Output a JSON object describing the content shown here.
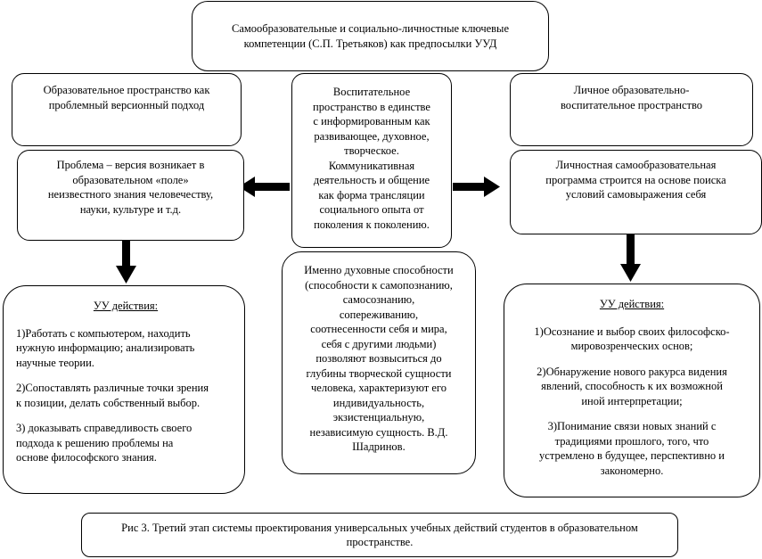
{
  "title_box": {
    "text": "Самообразовательные и социально-личностные ключевые\nкомпетенции (С.П. Третьяков) как предпосылки УУД"
  },
  "left_top": {
    "text": "Образовательное пространство как\nпроблемный версионный подход"
  },
  "left_mid": {
    "text": "Проблема – версия возникает в\nобразовательном «поле»\nнеизвестного знания человечеству,\nнауки, культуре и т.д."
  },
  "center_top": {
    "text": "Воспитательное\nпространство в единстве\nс информированным как\nразвивающее, духовное,\nтворческое.\nКоммуникативная\nдеятельность и общение\nкак форма трансляции\nсоциального опыта от\nпоколения к поколению."
  },
  "center_bottom": {
    "text": "Именно духовные способности\n(способности к самопознанию,\nсамосознанию,\nсопереживанию,\nсоотнесенности себя и мира,\nсебя с другими людьми)\nпозволяют возвыситься до\nглубины творческой сущности\nчеловека, характеризуют его\nиндивидуальность,\nэкзистенциальную,\nнезависимую сущность. В.Д.\nШадринов."
  },
  "right_top": {
    "text": "Личное образовательно-\nвоспитательное пространство"
  },
  "right_mid": {
    "text": "Личностная самообразовательная\nпрограмма строится на основе поиска\nусловий самовыражения себя"
  },
  "left_actions": {
    "heading": "УУ действия:",
    "items": [
      "1)Работать с компьютером, находить\nнужную информацию; анализировать\nнаучные теории.",
      "2)Сопоставлять различные точки зрения\nк позиции, делать собственный выбор.",
      "3) доказывать справедливость своего\nподхода к решению проблемы на\nоснове философского знания."
    ]
  },
  "right_actions": {
    "heading": "УУ действия:",
    "items": [
      "1)Осознание и выбор своих философско-\nмировозренческих основ;",
      "2)Обнаружение нового ракурса видения\nявлений, способность к их возможной\nиной интерпретации;",
      "3)Понимание связи новых знаний с\nтрадициями прошлого, того, что\nустремлено в будущее, перспективно и\nзакономерно."
    ]
  },
  "caption": {
    "text": "Рис 3. Третий этап системы проектирования универсальных учебных действий студентов в образовательном\nпространстве."
  }
}
